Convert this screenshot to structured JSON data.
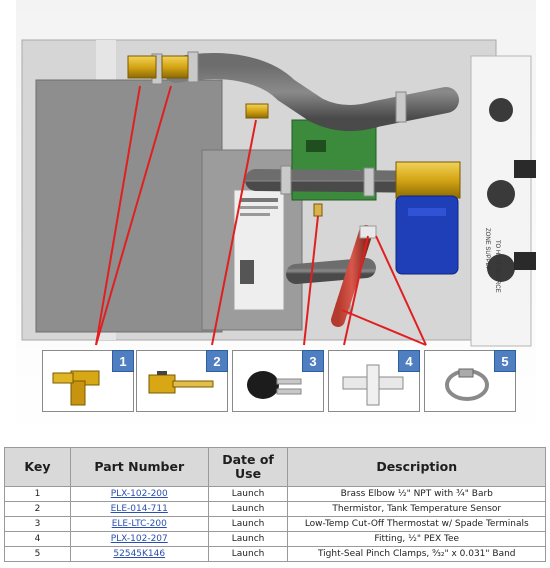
{
  "figure": {
    "callouts": [
      {
        "number": "1",
        "icon": "brass-elbow-icon"
      },
      {
        "number": "2",
        "icon": "thermistor-sensor-icon"
      },
      {
        "number": "3",
        "icon": "cutoff-thermostat-icon"
      },
      {
        "number": "4",
        "icon": "pex-tee-icon"
      },
      {
        "number": "5",
        "icon": "pinch-clamp-icon"
      }
    ],
    "photo_labels": {
      "zone_supply": "ZONE SUPPLY",
      "to_heat_source": "TO HEAT SOURCE"
    }
  },
  "table": {
    "headers": {
      "key": "Key",
      "part_number": "Part Number",
      "date_of_use": "Date of Use",
      "description": "Description"
    },
    "rows": [
      {
        "key": "1",
        "part_number": "PLX-102-200",
        "date_of_use": "Launch",
        "description": "Brass Elbow ½\" NPT with ¾\" Barb"
      },
      {
        "key": "2",
        "part_number": "ELE-014-711",
        "date_of_use": "Launch",
        "description": "Thermistor, Tank Temperature Sensor"
      },
      {
        "key": "3",
        "part_number": "ELE-LTC-200",
        "date_of_use": "Launch",
        "description": "Low-Temp Cut-Off Thermostat w/ Spade Terminals"
      },
      {
        "key": "4",
        "part_number": "PLX-102-207",
        "date_of_use": "Launch",
        "description": "Fitting, ½\" PEX Tee"
      },
      {
        "key": "5",
        "part_number": "52545K146",
        "date_of_use": "Launch",
        "description": "Tight-Seal Pinch Clamps, ⁹⁄₃₂\" x 0.031\" Band"
      }
    ]
  },
  "colors": {
    "callout_badge": "#4f7ec1",
    "leader_line": "#e02020",
    "header_fill": "#d9d9d9",
    "link": "#2a4fb0"
  }
}
